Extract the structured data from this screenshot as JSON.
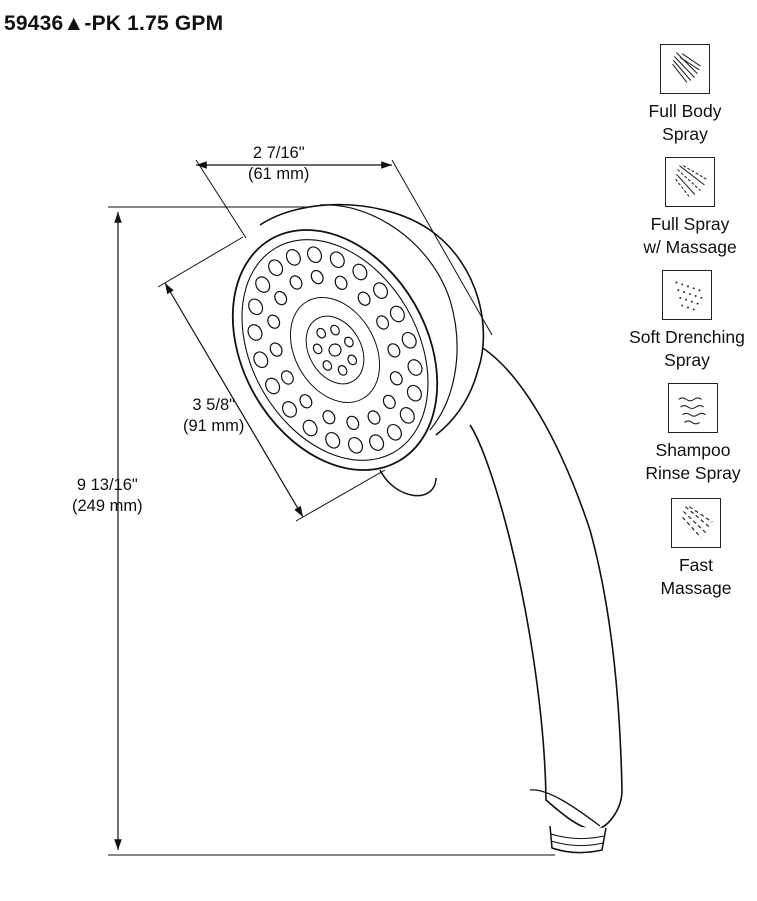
{
  "title": "59436▲-PK  1.75 GPM",
  "dimensions": {
    "face_depth": {
      "imperial": "2 7/16\"",
      "metric": "(61 mm)"
    },
    "face_diameter": {
      "imperial": "3 5/8\"",
      "metric": "(91 mm)"
    },
    "overall_height": {
      "imperial": "9 13/16\"",
      "metric": "(249 mm)"
    }
  },
  "spray_modes": [
    {
      "icon": "full-body-spray-icon",
      "line1": "Full Body",
      "line2": "Spray"
    },
    {
      "icon": "full-spray-massage-icon",
      "line1": "Full Spray",
      "line2": "w/ Massage"
    },
    {
      "icon": "soft-drenching-spray-icon",
      "line1": "Soft Drenching",
      "line2": "Spray"
    },
    {
      "icon": "shampoo-rinse-spray-icon",
      "line1": "Shampoo",
      "line2": "Rinse Spray"
    },
    {
      "icon": "fast-massage-icon",
      "line1": "Fast",
      "line2": "Massage"
    }
  ]
}
